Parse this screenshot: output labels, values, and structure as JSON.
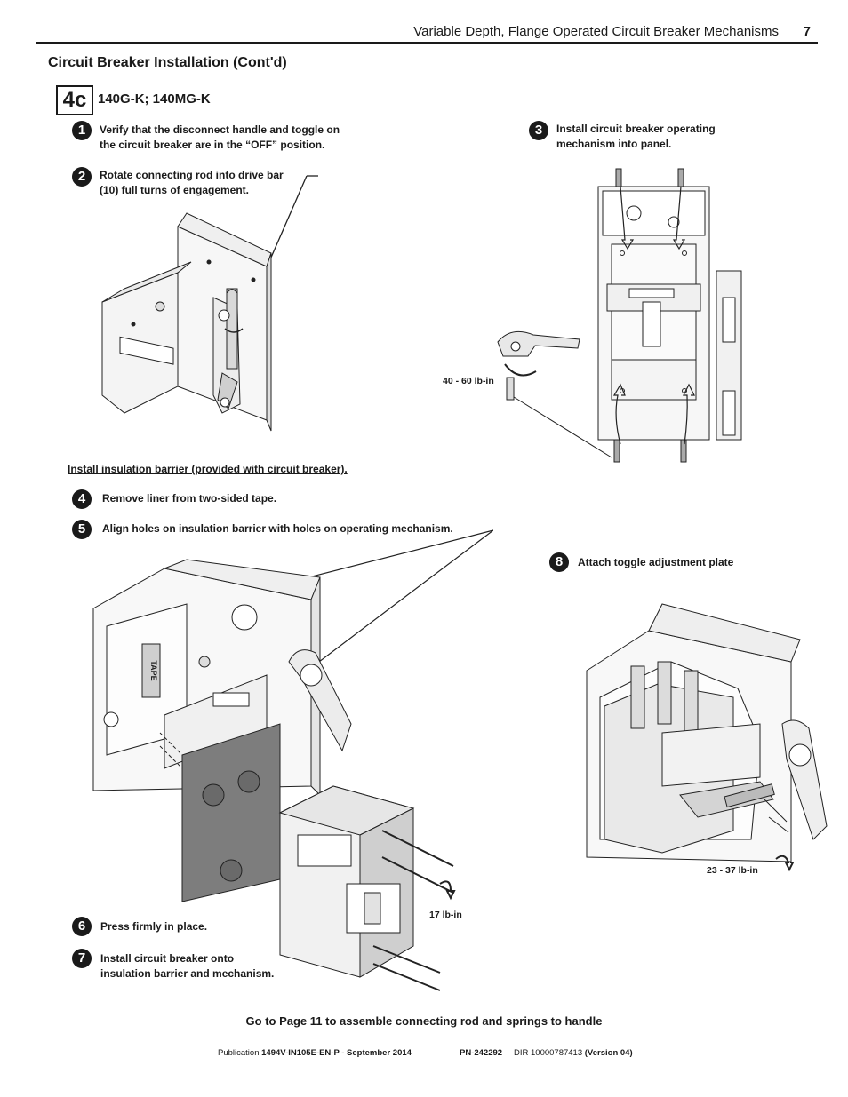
{
  "header": {
    "title": "Variable Depth, Flange Operated Circuit Breaker Mechanisms",
    "page_number": "7"
  },
  "section_title": "Circuit Breaker Installation (Cont'd)",
  "step_box": "4c",
  "model_title": "140G-K; 140MG-K",
  "steps": [
    {
      "num": "1",
      "text_l1": "Verify that the disconnect handle and toggle on",
      "text_l2": "the circuit breaker are in the “OFF” position."
    },
    {
      "num": "2",
      "text_l1": "Rotate connecting rod into drive bar",
      "text_l2": "(10) full turns of engagement."
    },
    {
      "num": "3",
      "text_l1": "Install circuit breaker operating",
      "text_l2": "mechanism into panel."
    },
    {
      "num": "4",
      "text_l1": "Remove liner from two-sided tape."
    },
    {
      "num": "5",
      "text_l1": "Align holes on insulation barrier with holes on operating mechanism."
    },
    {
      "num": "6",
      "text_l1": "Press firmly in place."
    },
    {
      "num": "7",
      "text_l1": "Install circuit breaker onto",
      "text_l2": "insulation barrier and mechanism."
    },
    {
      "num": "8",
      "text_l1": "Attach toggle adjustment plate"
    }
  ],
  "insulation_heading": "Install insulation barrier (provided with circuit breaker).",
  "torques": {
    "mechanism": "40 - 60 lb-in",
    "breaker": "17 lb-in",
    "plate": "23 - 37 lb-in"
  },
  "tape_label": "TAPE",
  "goto_text": "Go to Page 11 to assemble connecting rod and springs to handle",
  "footer": {
    "pub_prefix": "Publication ",
    "pub_id": "1494V-IN105E-EN-P - September 2014",
    "pn": "PN-242292",
    "dir_prefix": "DIR 10000787413 ",
    "version": "(Version 04)"
  }
}
